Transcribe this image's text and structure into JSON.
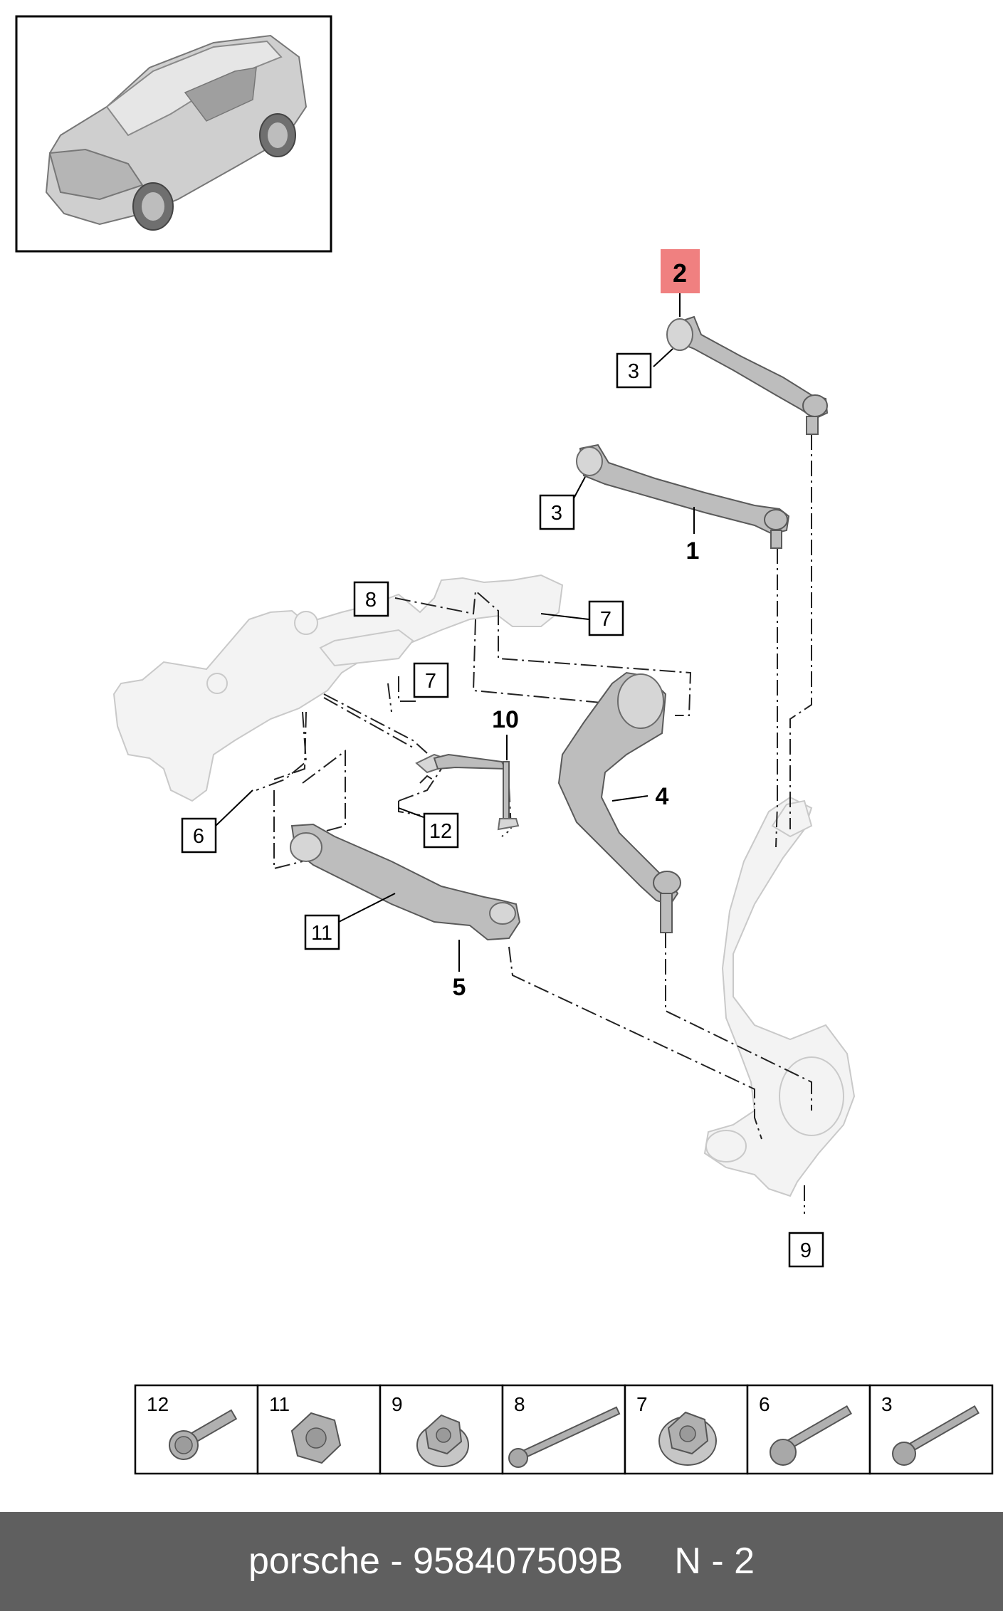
{
  "diagram": {
    "callouts": {
      "c_3_top": "3",
      "c_3_mid": "3",
      "c_8": "8",
      "c_7_right": "7",
      "c_7_left": "7",
      "c_6": "6",
      "c_12": "12",
      "c_11": "11",
      "c_9": "9"
    },
    "highlight_part": "2",
    "highlight_color": "#f08080",
    "part_numbers": {
      "p1": "1",
      "p4": "4",
      "p5": "5",
      "p10": "10"
    }
  },
  "legend": {
    "items": [
      {
        "number": "12",
        "icon": "flange-bolt-short-icon"
      },
      {
        "number": "11",
        "icon": "hex-nut-icon"
      },
      {
        "number": "9",
        "icon": "flange-nut-icon"
      },
      {
        "number": "8",
        "icon": "long-splined-bolt-icon"
      },
      {
        "number": "7",
        "icon": "large-flange-nut-icon"
      },
      {
        "number": "6",
        "icon": "torx-bolt-icon"
      },
      {
        "number": "3",
        "icon": "flange-bolt-long-icon"
      }
    ]
  },
  "footer": {
    "text": "porsche - 958407509B     N - 2",
    "background": "#5f5f5f"
  }
}
